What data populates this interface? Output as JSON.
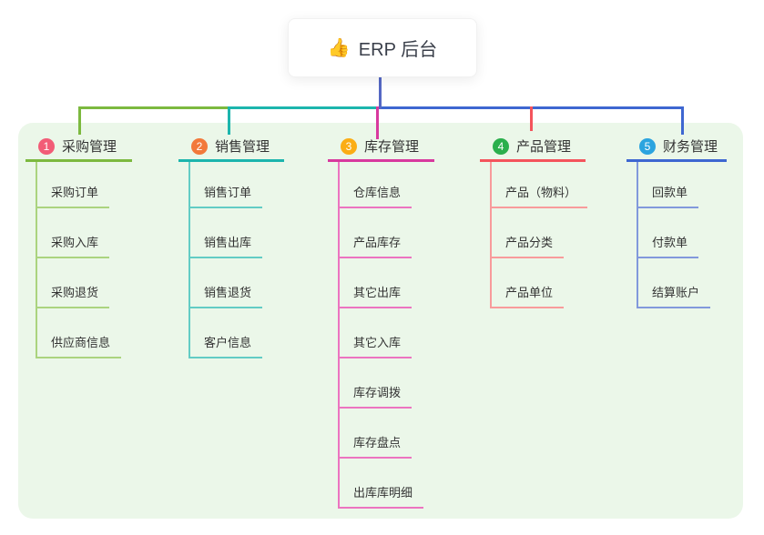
{
  "root": {
    "icon": "👍",
    "label": "ERP 后台"
  },
  "canvas": {
    "panel_bg": "#EBF7E9",
    "trunk_color": "#5568C4",
    "text_color": "#333333"
  },
  "branches": [
    {
      "badge": "1",
      "label": "采购管理",
      "badge_color": "#F25C77",
      "line_color": "#7CB93F",
      "child_line_color": "#ABD47F",
      "children": [
        "采购订单",
        "采购入库",
        "采购退货",
        "供应商信息"
      ]
    },
    {
      "badge": "2",
      "label": "销售管理",
      "badge_color": "#F2793B",
      "line_color": "#1CB5AD",
      "child_line_color": "#63CCC5",
      "children": [
        "销售订单",
        "销售出库",
        "销售退货",
        "客户信息"
      ]
    },
    {
      "badge": "3",
      "label": "库存管理",
      "badge_color": "#FBAD15",
      "line_color": "#D8399E",
      "child_line_color": "#EC74C0",
      "children": [
        "仓库信息",
        "产品库存",
        "其它出库",
        "其它入库",
        "库存调拨",
        "库存盘点",
        "出库库明细"
      ]
    },
    {
      "badge": "4",
      "label": "产品管理",
      "badge_color": "#2BAF4D",
      "line_color": "#F4545C",
      "child_line_color": "#F89B9B",
      "children": [
        "产品（物料）",
        "产品分类",
        "产品单位"
      ]
    },
    {
      "badge": "5",
      "label": "财务管理",
      "badge_color": "#2BA4DF",
      "line_color": "#3E67D1",
      "child_line_color": "#8299DC",
      "children": [
        "回款单",
        "付款单",
        "结算账户"
      ]
    }
  ]
}
